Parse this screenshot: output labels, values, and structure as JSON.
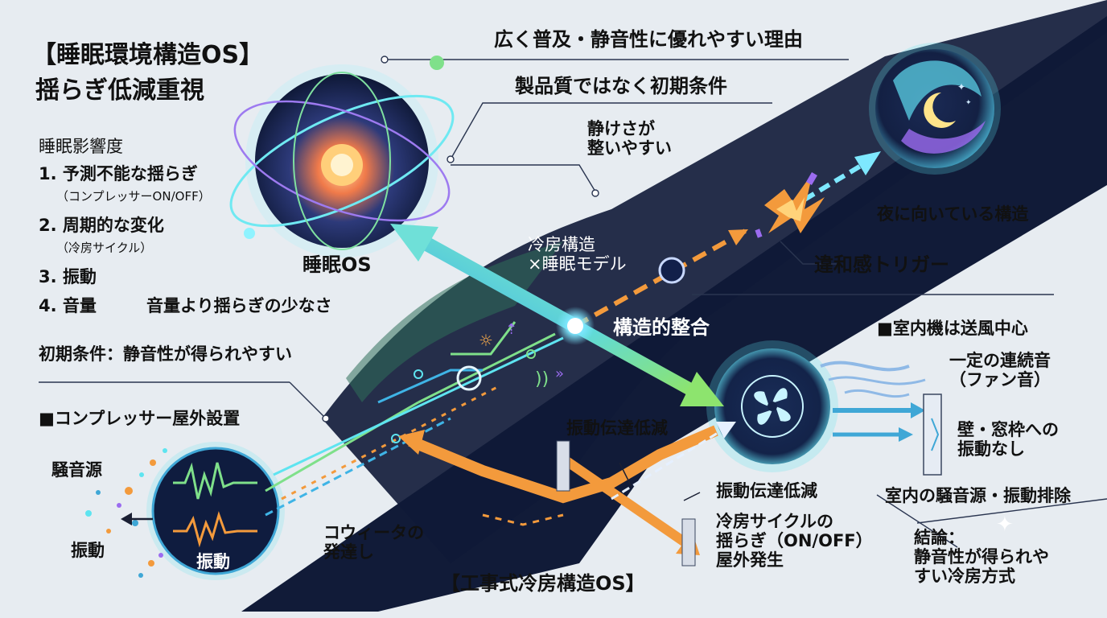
{
  "title": {
    "line1": "【睡眠環境構造OS】",
    "line2": "揺らぎ低減重視"
  },
  "influence": {
    "heading": "睡眠影響度",
    "items": [
      {
        "label": "1. 予測不能な揺らぎ",
        "note": "（コンプレッサーON/OFF）"
      },
      {
        "label": "2. 周期的な変化",
        "note": "（冷房サイクル）"
      },
      {
        "label": "3. 振動",
        "note": ""
      },
      {
        "label": "4. 音量",
        "note": ""
      }
    ],
    "remark": "音量より揺らぎの少なさ"
  },
  "initial_condition": "初期条件：静音性が得られやすい",
  "compressor_label": "■コンプレッサー屋外設置",
  "noise_source": "騒音源",
  "vibration_left": "振動",
  "vibration_in_circle": "振動",
  "weaver_label": "コウィータの\n発達し",
  "sleep_os": "睡眠OS",
  "top_labels": {
    "reason": "広く普及・静音性に優れやすい理由",
    "initial": "製品質ではなく初期条件",
    "quiet": "静けさが\n整いやすい"
  },
  "night_structure": "夜に向いている構造",
  "trigger": "違和感トリガー",
  "cooling_model": "冷房構造\n×睡眠モデル",
  "structural_match": "構造的整合",
  "indoor": {
    "heading": "■室内機は送風中心",
    "fan_sound": "一定の連続音\n（ファン音）",
    "no_vibration": "壁・窓枠への\n振動なし",
    "exclusion": "室内の騒音源・振動排除"
  },
  "vibration_reduce_1": "振動伝達低減",
  "vibration_reduce_2": "振動伝達低減",
  "cycle_label": "冷房サイクルの\n揺らぎ（ON/OFF）\n屋外発生",
  "conclusion": "結論：\n静音性が得られや\nすい冷房方式",
  "bottom_title": "【工事式冷房構造OS】",
  "colors": {
    "background": "#e7ecf1",
    "navy": "#0f1c3f",
    "cyan": "#5ee4f0",
    "green": "#7fe08a",
    "orange": "#f39a3c",
    "purple": "#9b6cf0"
  }
}
